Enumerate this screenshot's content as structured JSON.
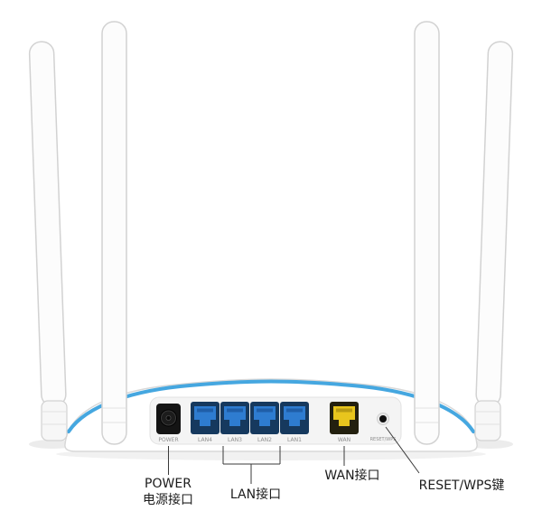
{
  "device": {
    "power_port_label": "POWER",
    "lan_port_labels": [
      "LAN4",
      "LAN3",
      "LAN2",
      "LAN1"
    ],
    "wan_port_label": "WAN",
    "reset_button_label": "RESET/WPS"
  },
  "callouts": {
    "power": {
      "line1": "POWER",
      "line2": "电源接口"
    },
    "lan": {
      "label": "LAN接口"
    },
    "wan": {
      "label": "WAN接口"
    },
    "reset": {
      "label": "RESET/WPS键"
    }
  },
  "colors": {
    "accent_stripe_blue": "#45a7e0",
    "lan_port_blue": "#2e7cd0",
    "lan_bezel_navy": "#16395e",
    "wan_port_yellow": "#e8c51d",
    "body_white": "#ffffff",
    "callout_line": "#3a3a3a"
  }
}
